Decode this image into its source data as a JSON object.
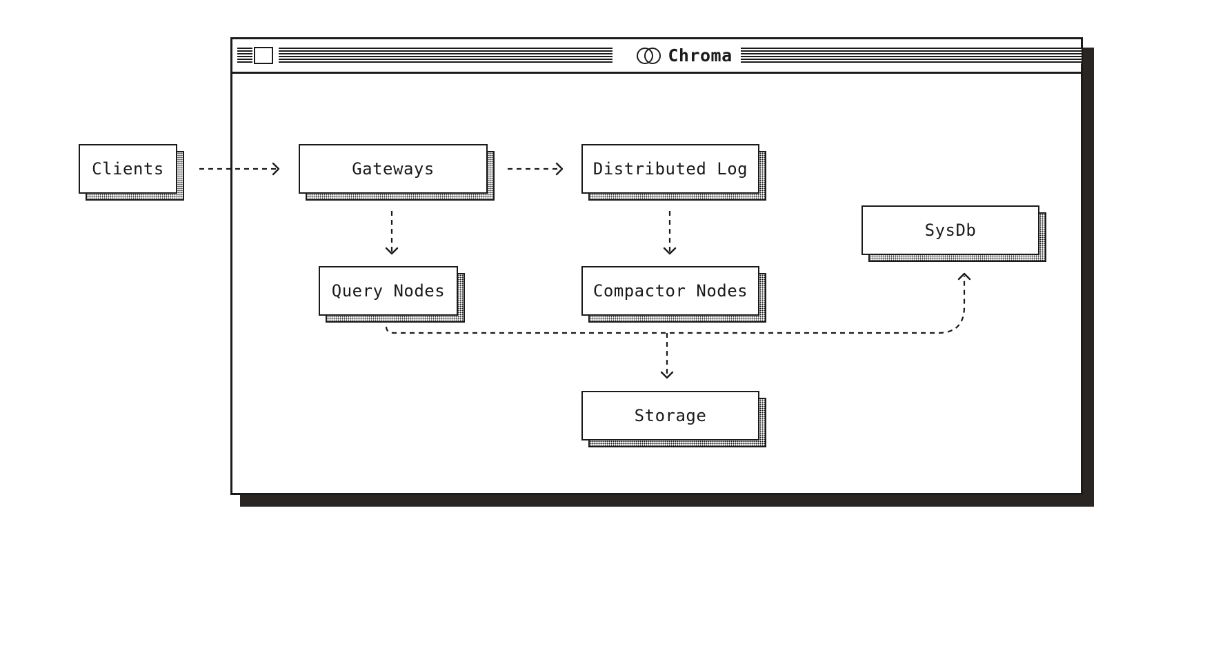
{
  "window": {
    "title": "Chroma",
    "logo_icon": "chroma-logo-icon"
  },
  "nodes": {
    "clients": "Clients",
    "gateways": "Gateways",
    "distributed_log": "Distributed Log",
    "query_nodes": "Query Nodes",
    "compactor_nodes": "Compactor Nodes",
    "sysdb": "SysDb",
    "storage": "Storage"
  },
  "edges": [
    {
      "from": "Clients",
      "to": "Gateways",
      "style": "dashed"
    },
    {
      "from": "Gateways",
      "to": "Distributed Log",
      "style": "dashed"
    },
    {
      "from": "Gateways",
      "to": "Query Nodes",
      "style": "dashed"
    },
    {
      "from": "Distributed Log",
      "to": "Compactor Nodes",
      "style": "dashed"
    },
    {
      "from": "Query Nodes",
      "to": "Storage",
      "style": "dashed"
    },
    {
      "from": "Query Nodes",
      "to": "SysDb",
      "style": "dashed"
    }
  ],
  "colors": {
    "ink": "#1a1a1a",
    "window_shadow": "#2a2422",
    "background": "#ffffff"
  }
}
